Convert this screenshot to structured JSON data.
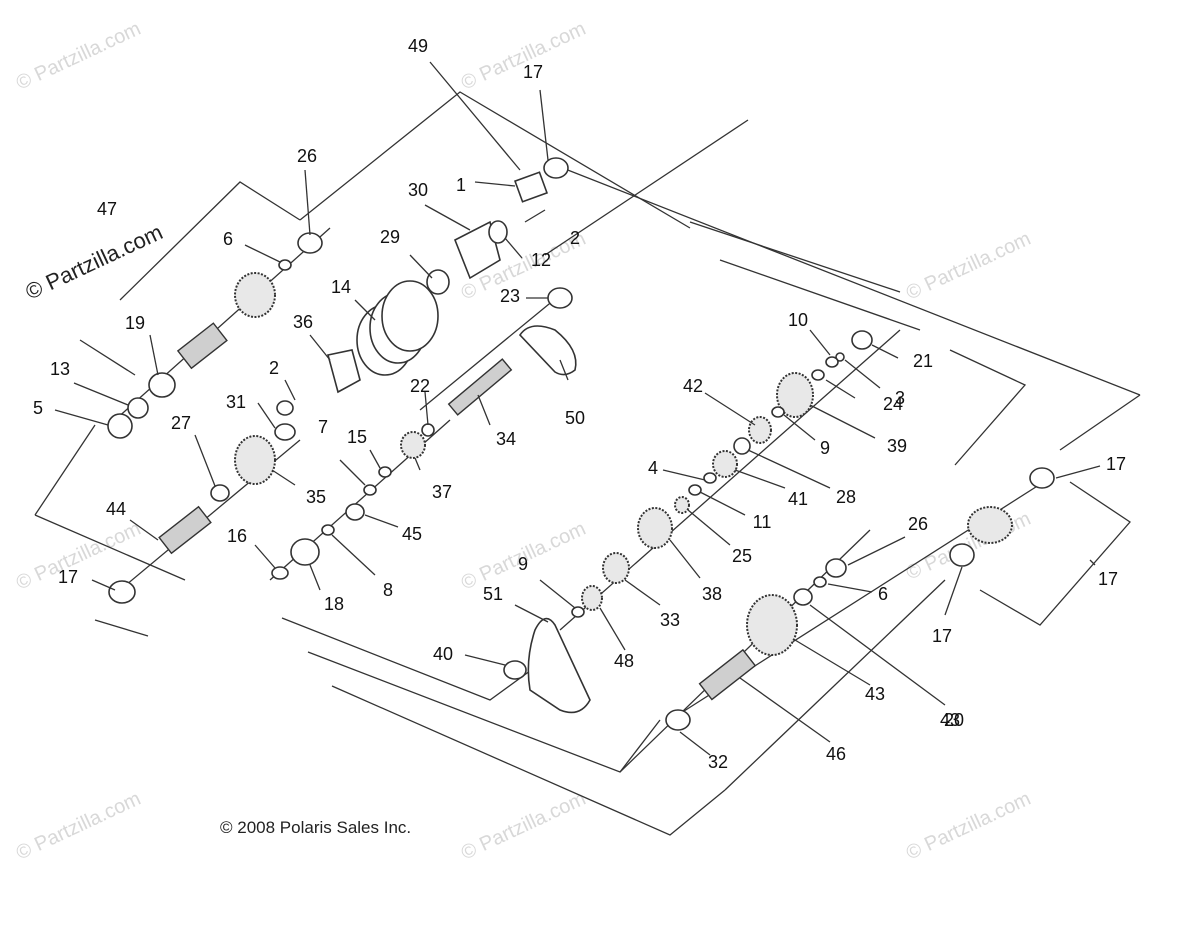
{
  "copyright": "© 2008 Polaris Sales Inc.",
  "brand": "© Partzilla.com",
  "watermark": "© Partzilla.com",
  "callouts": [
    "49",
    "17",
    "26",
    "47",
    "1",
    "30",
    "2",
    "12",
    "6",
    "29",
    "23",
    "14",
    "19",
    "36",
    "10",
    "21",
    "13",
    "2",
    "22",
    "3",
    "24",
    "42",
    "5",
    "31",
    "15",
    "34",
    "50",
    "39",
    "9",
    "27",
    "7",
    "37",
    "4",
    "41",
    "28",
    "35",
    "45",
    "11",
    "44",
    "16",
    "9",
    "25",
    "38",
    "17",
    "26",
    "6",
    "17",
    "18",
    "8",
    "51",
    "33",
    "17",
    "48",
    "40",
    "20",
    "43",
    "46",
    "32",
    "17",
    "43"
  ]
}
